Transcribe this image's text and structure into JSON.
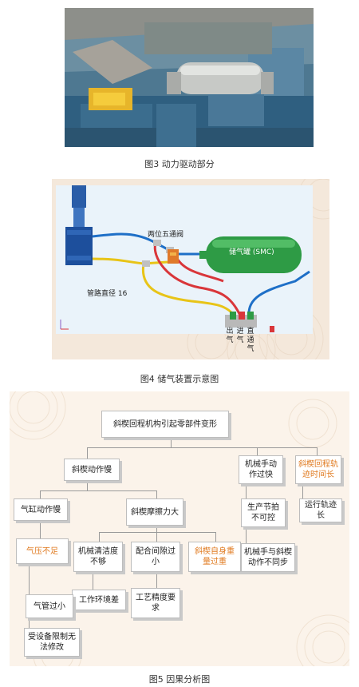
{
  "fig3": {
    "caption": "图3 动力驱动部分"
  },
  "fig4": {
    "caption": "图4 储气装置示意图",
    "labels": {
      "valve": "两位五通阀",
      "tank": "储气罐 (SMC)",
      "pipe": "管路直径 16",
      "outlet": "出气",
      "inlet": "进气",
      "direct": "直通气"
    }
  },
  "fig5": {
    "caption": "图5 因果分析图",
    "root": "斜楔回程机构引起零部件变形",
    "slow_action": "斜楔动作慢",
    "robot_fast": "机械手动作过快",
    "track_time": "斜楔回程轨迹时间长",
    "cyl_slow": "气缸动作慢",
    "friction": "斜楔摩擦力大",
    "pressure": "气压不足",
    "pipe_small": "气管过小",
    "equip_limit": "受设备限制无法修改",
    "clean": "机械清洁度不够",
    "env": "工作环境差",
    "gap": "配合间隙过小",
    "precision": "工艺精度要求",
    "weight": "斜楔自身重量过重",
    "rhythm": "生产节拍不可控",
    "robot_sync": "机械手与斜楔动作不同步",
    "track_long": "运行轨迹长"
  },
  "colors": {
    "orange_text": "#e07a1f",
    "tank_green": "#2e9b45",
    "cylinder_blue": "#1d4f9c",
    "pipe_yellow": "#e8c417",
    "pipe_red": "#d9363a",
    "pipe_blue": "#1e6fc7"
  }
}
